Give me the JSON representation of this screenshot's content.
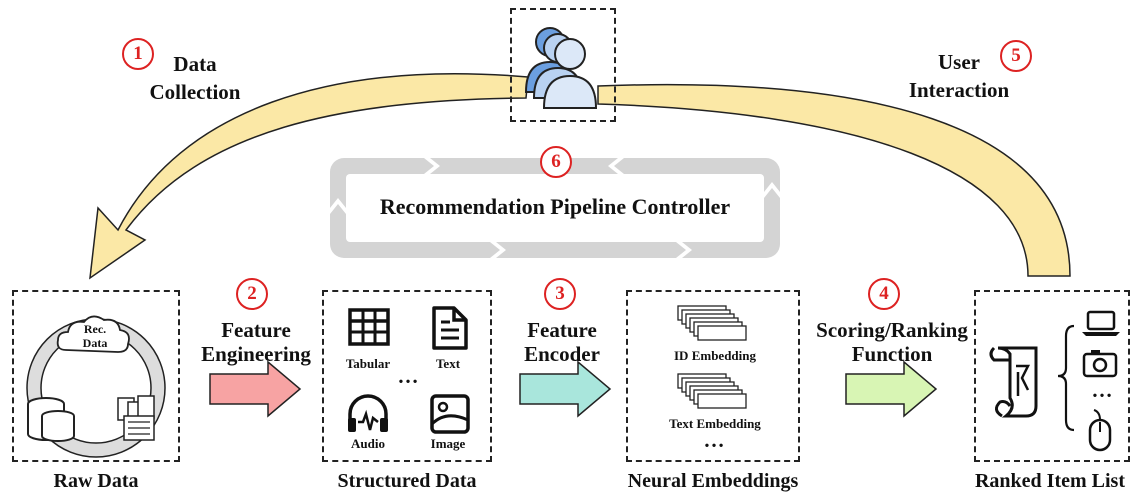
{
  "steps": {
    "s1": {
      "num": "1",
      "label_line1": "Data",
      "label_line2": "Collection"
    },
    "s2": {
      "num": "2",
      "label_line1": "Feature",
      "label_line2": "Engineering"
    },
    "s3": {
      "num": "3",
      "label_line1": "Feature",
      "label_line2": "Encoder"
    },
    "s4": {
      "num": "4",
      "label_line1": "Scoring/Ranking",
      "label_line2": "Function"
    },
    "s5": {
      "num": "5",
      "label_line1": "User",
      "label_line2": "Interaction"
    },
    "s6": {
      "num": "6",
      "label": "Recommendation Pipeline Controller"
    }
  },
  "boxes": {
    "raw": {
      "caption": "Raw Data",
      "cloud_line1": "Rec.",
      "cloud_line2": "Data"
    },
    "structured": {
      "caption": "Structured Data",
      "tabular": "Tabular",
      "text": "Text",
      "audio": "Audio",
      "image": "Image",
      "ellipsis": "…"
    },
    "neural": {
      "caption": "Neural Embeddings",
      "id_emb": "ID Embedding",
      "text_emb": "Text Embedding",
      "ellipsis": "…"
    },
    "ranked": {
      "caption": "Ranked Item List",
      "ellipsis": "…"
    }
  },
  "colors": {
    "step_red": "#dd2222",
    "curve_fill": "#fbe8a6",
    "arrow_pink": "#f7a3a3",
    "arrow_teal": "#a9e6dc",
    "arrow_green": "#d8f5b4",
    "controller_grey": "#d4d4d4",
    "user_blue": "#6b9fe0",
    "user_light": "#dce8f8"
  },
  "icons": [
    "user-group-icon",
    "database-icon",
    "cloud-icon",
    "document-icon",
    "table-icon",
    "text-file-icon",
    "audio-icon",
    "image-icon",
    "scroll-icon",
    "laptop-icon",
    "camera-icon",
    "mouse-icon",
    "embedding-stack-icon"
  ]
}
